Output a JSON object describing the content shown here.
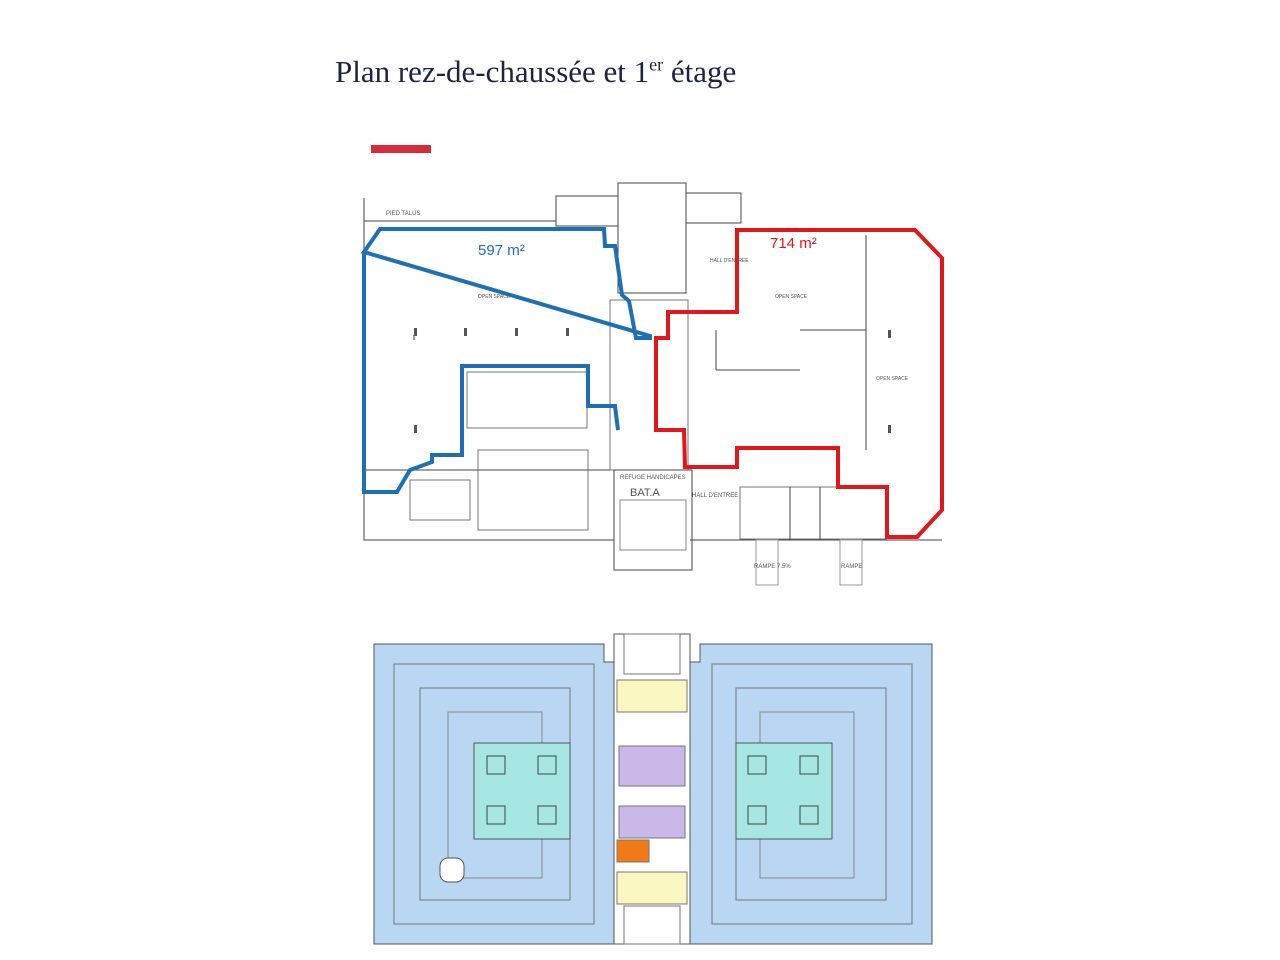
{
  "page": {
    "title_main": "Plan rez-de-chaussée et 1",
    "title_sup": "er",
    "title_end": " étage",
    "accent_color": "#d52b3a"
  },
  "ground_floor": {
    "zone_left_area": "597 m²",
    "zone_left_color": "#1f6fb5",
    "zone_right_area": "714 m²",
    "zone_right_color": "#e3161c",
    "labels": {
      "pied_talus": "PIED TALUS",
      "open_space_left": "OPEN SPACE",
      "open_space_mid": "OPEN SPACE",
      "open_space_right": "OPEN SPACE",
      "hall_top": "HALL D'ENTREE",
      "hall_bottom": "HALL D'ENTREE",
      "refuge": "REFUGE HANDICAPES",
      "bat": "BAT.A",
      "rampe_1": "RAMPE 7.5%",
      "rampe_2": "RAMPE"
    }
  },
  "first_floor": {
    "floor_color": "#b9d7f2",
    "patio_color": "#a6e6e3",
    "core_color": "#fbf7c2",
    "sanitary_color": "#c9b8e8",
    "technical_color": "#f07a16"
  }
}
